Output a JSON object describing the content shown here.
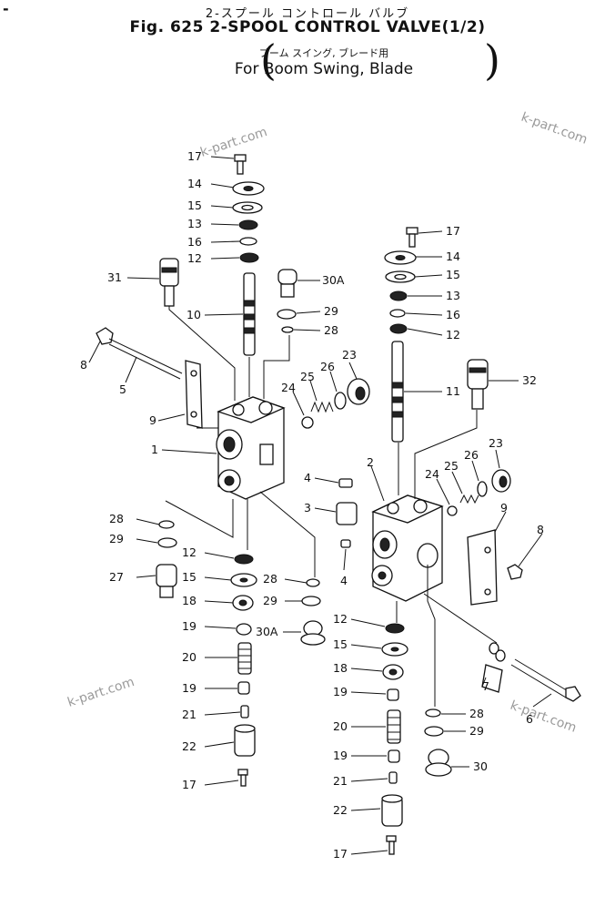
{
  "header": {
    "japanese_title": "2-スプール コントロール バルブ",
    "figure_title": "Fig. 625 2-SPOOL CONTROL VALVE(1/2)",
    "japanese_subtitle": "ブーム スイング, ブレード用",
    "english_subtitle": "For Boom  Swing, Blade",
    "paren_open": "(",
    "paren_close": ")",
    "corner_mark": "-"
  },
  "watermarks": [
    "k-part.com",
    "k-part.com",
    "k-part.com",
    "k-part.com"
  ],
  "callouts": [
    "17",
    "14",
    "15",
    "13",
    "16",
    "12",
    "31",
    "10",
    "30A",
    "29",
    "28",
    "8",
    "5",
    "9",
    "23",
    "26",
    "25",
    "24",
    "1",
    "4",
    "3",
    "4",
    "28",
    "29",
    "27",
    "12",
    "15",
    "18",
    "28",
    "29",
    "19",
    "30A",
    "20",
    "19",
    "21",
    "22",
    "17",
    "17",
    "14",
    "15",
    "13",
    "16",
    "12",
    "32",
    "11",
    "23",
    "26",
    "25",
    "24",
    "2",
    "9",
    "8",
    "12",
    "15",
    "7",
    "18",
    "28",
    "19",
    "6",
    "29",
    "20",
    "19",
    "30",
    "21",
    "22",
    "17"
  ]
}
